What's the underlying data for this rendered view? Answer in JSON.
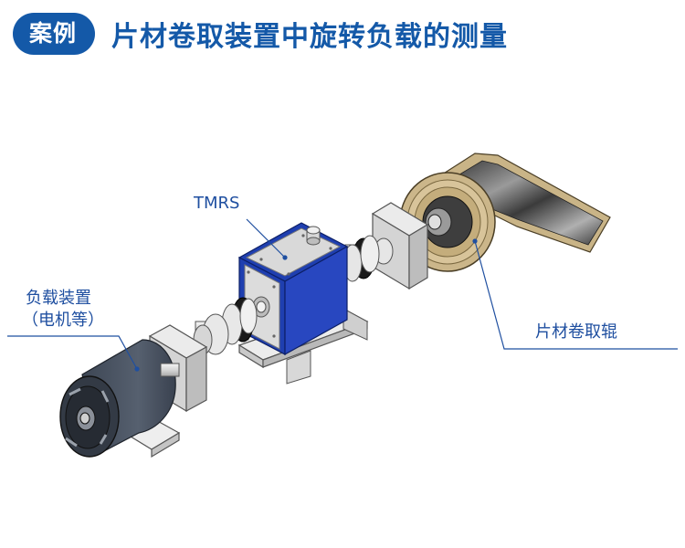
{
  "header": {
    "badge": "案例",
    "title": "片材卷取装置中旋转负载的测量"
  },
  "labels": {
    "tmrs": "TMRS",
    "load_line1": "负载装置",
    "load_line2": "（电机等）",
    "roll": "片材卷取辊"
  },
  "colors": {
    "accent": "#1459a8",
    "sensor_blue": "#1f3fb0",
    "callout_line": "#1f4fa0"
  }
}
